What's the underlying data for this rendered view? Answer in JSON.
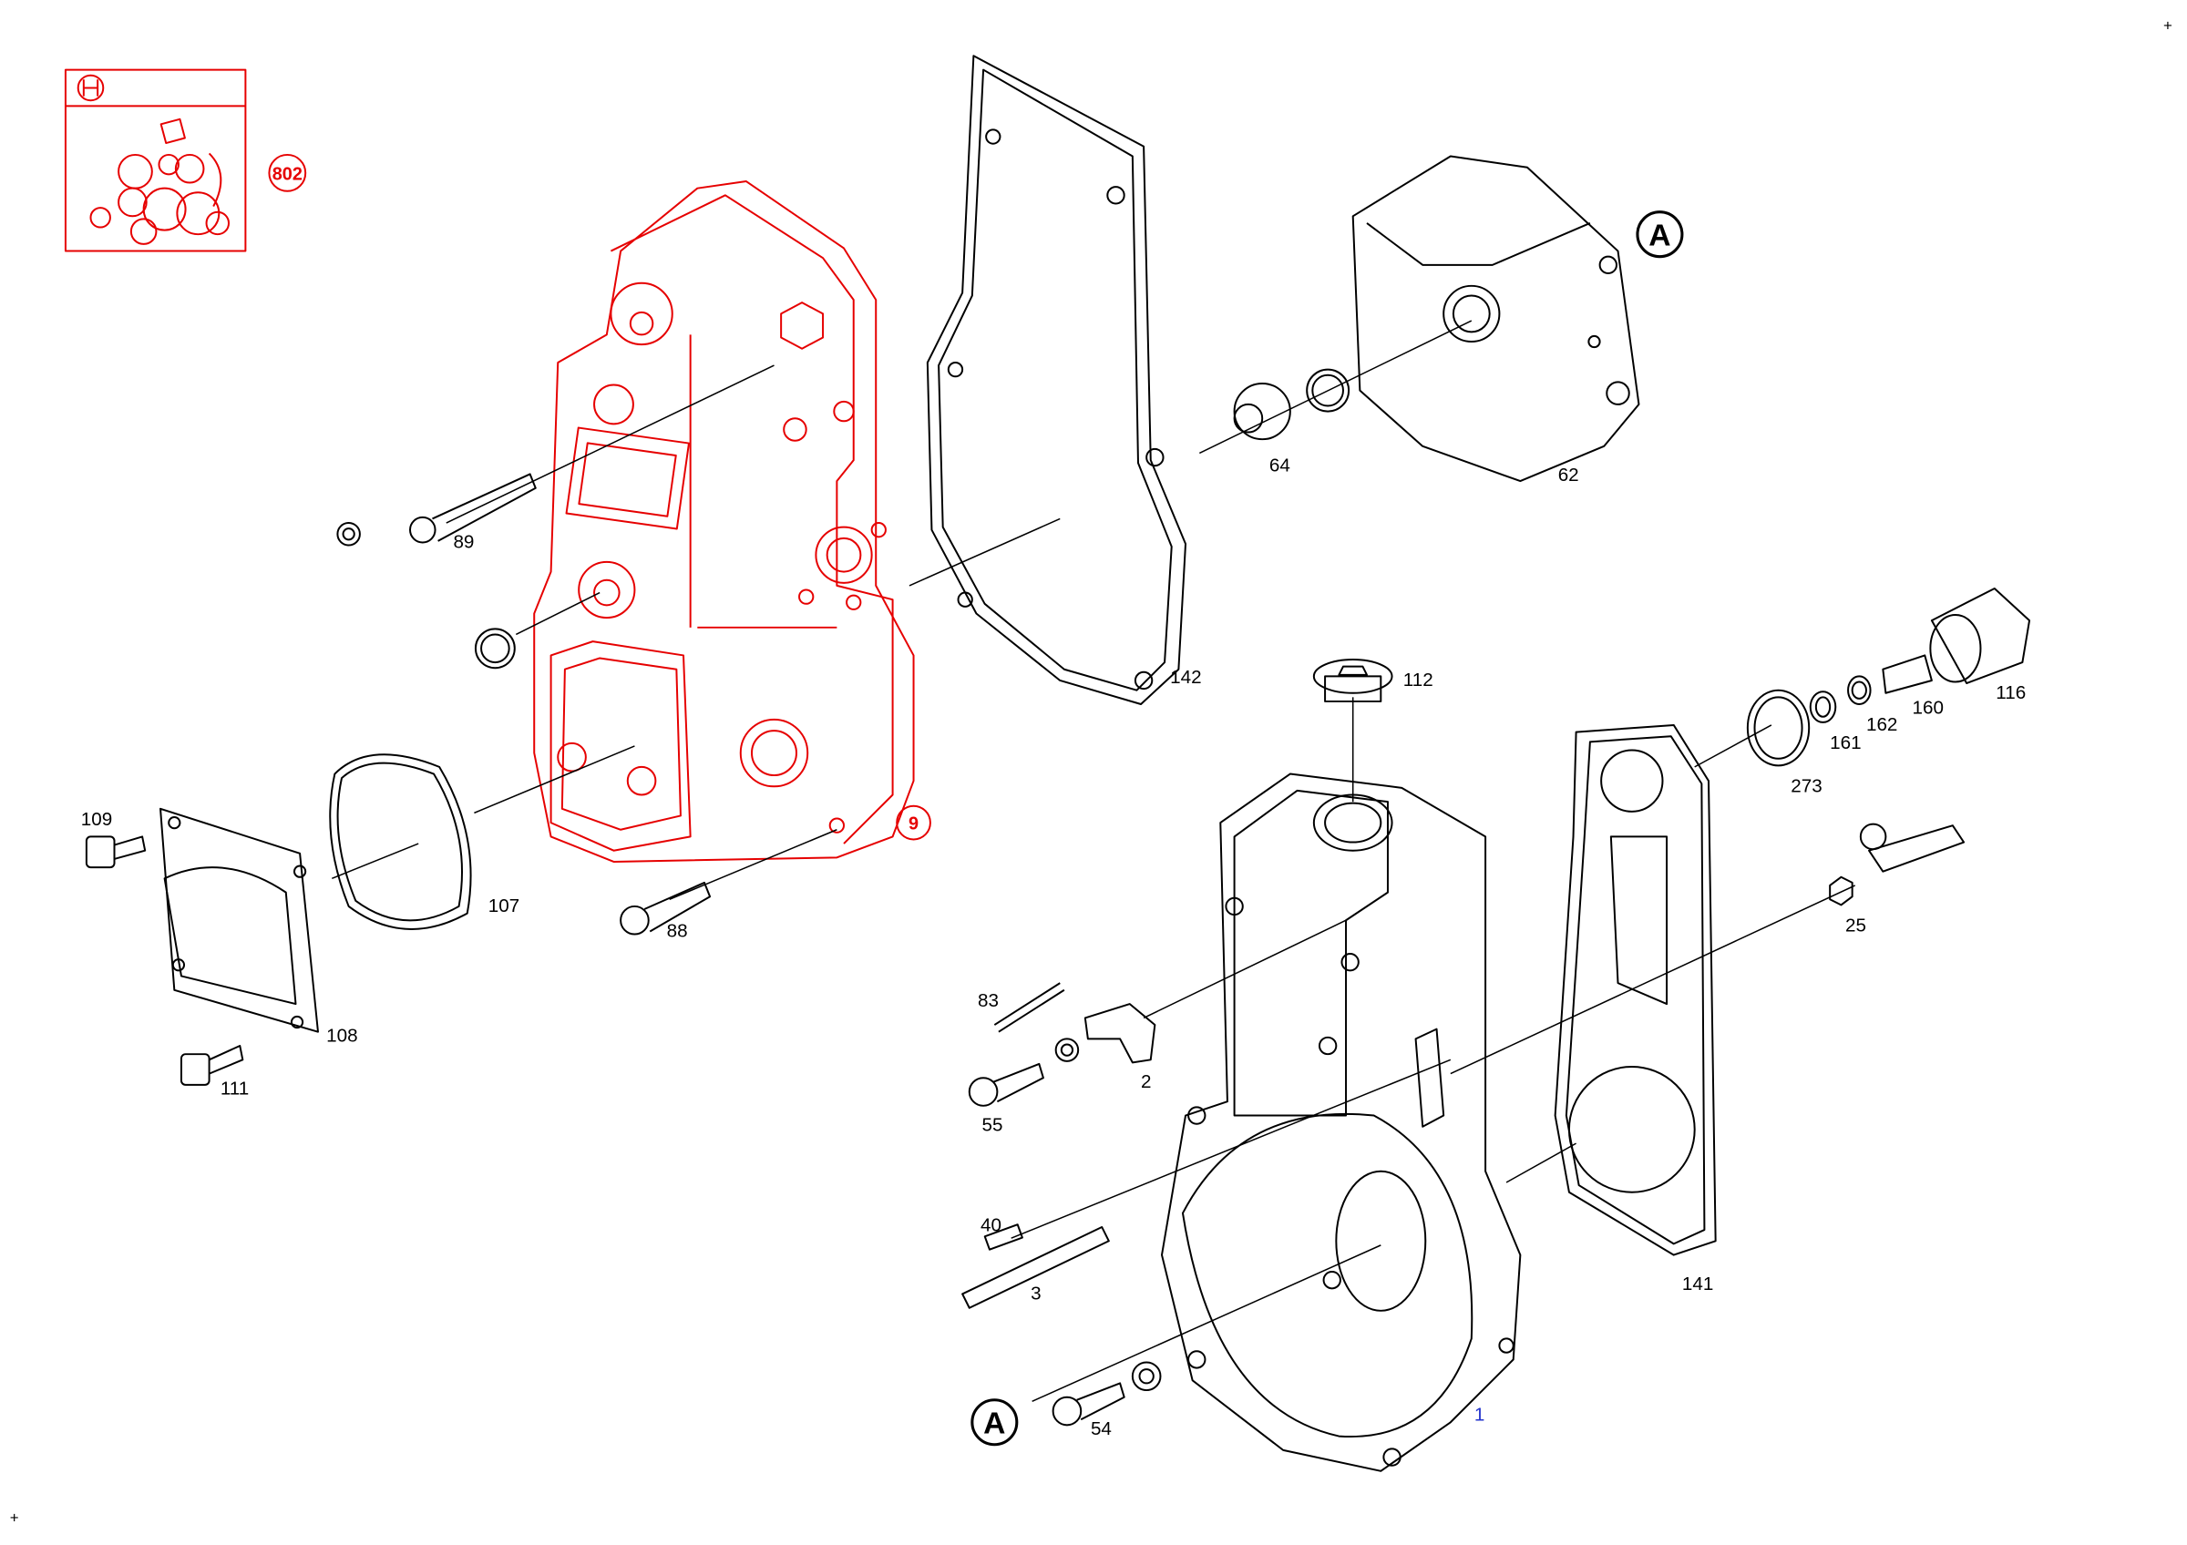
{
  "diagram": {
    "kit": {
      "label": "802",
      "logo": "Bosch"
    },
    "reference_markers": [
      "A",
      "A"
    ],
    "corner_marks": [
      "+",
      "+"
    ],
    "highlighted_part": "9",
    "main_part": "1",
    "parts": {
      "p2": "2",
      "p3": "3",
      "p25": "25",
      "p40": "40",
      "p54": "54",
      "p55": "55",
      "p62": "62",
      "p64": "64",
      "p83": "83",
      "p88": "88",
      "p89": "89",
      "p107": "107",
      "p108": "108",
      "p109": "109",
      "p111": "111",
      "p112": "112",
      "p116": "116",
      "p141": "141",
      "p142": "142",
      "p160": "160",
      "p161": "161",
      "p162": "162",
      "p273": "273"
    }
  },
  "colors": {
    "highlight": "#e60000",
    "main_part": "#2233cc",
    "line": "#000000"
  }
}
